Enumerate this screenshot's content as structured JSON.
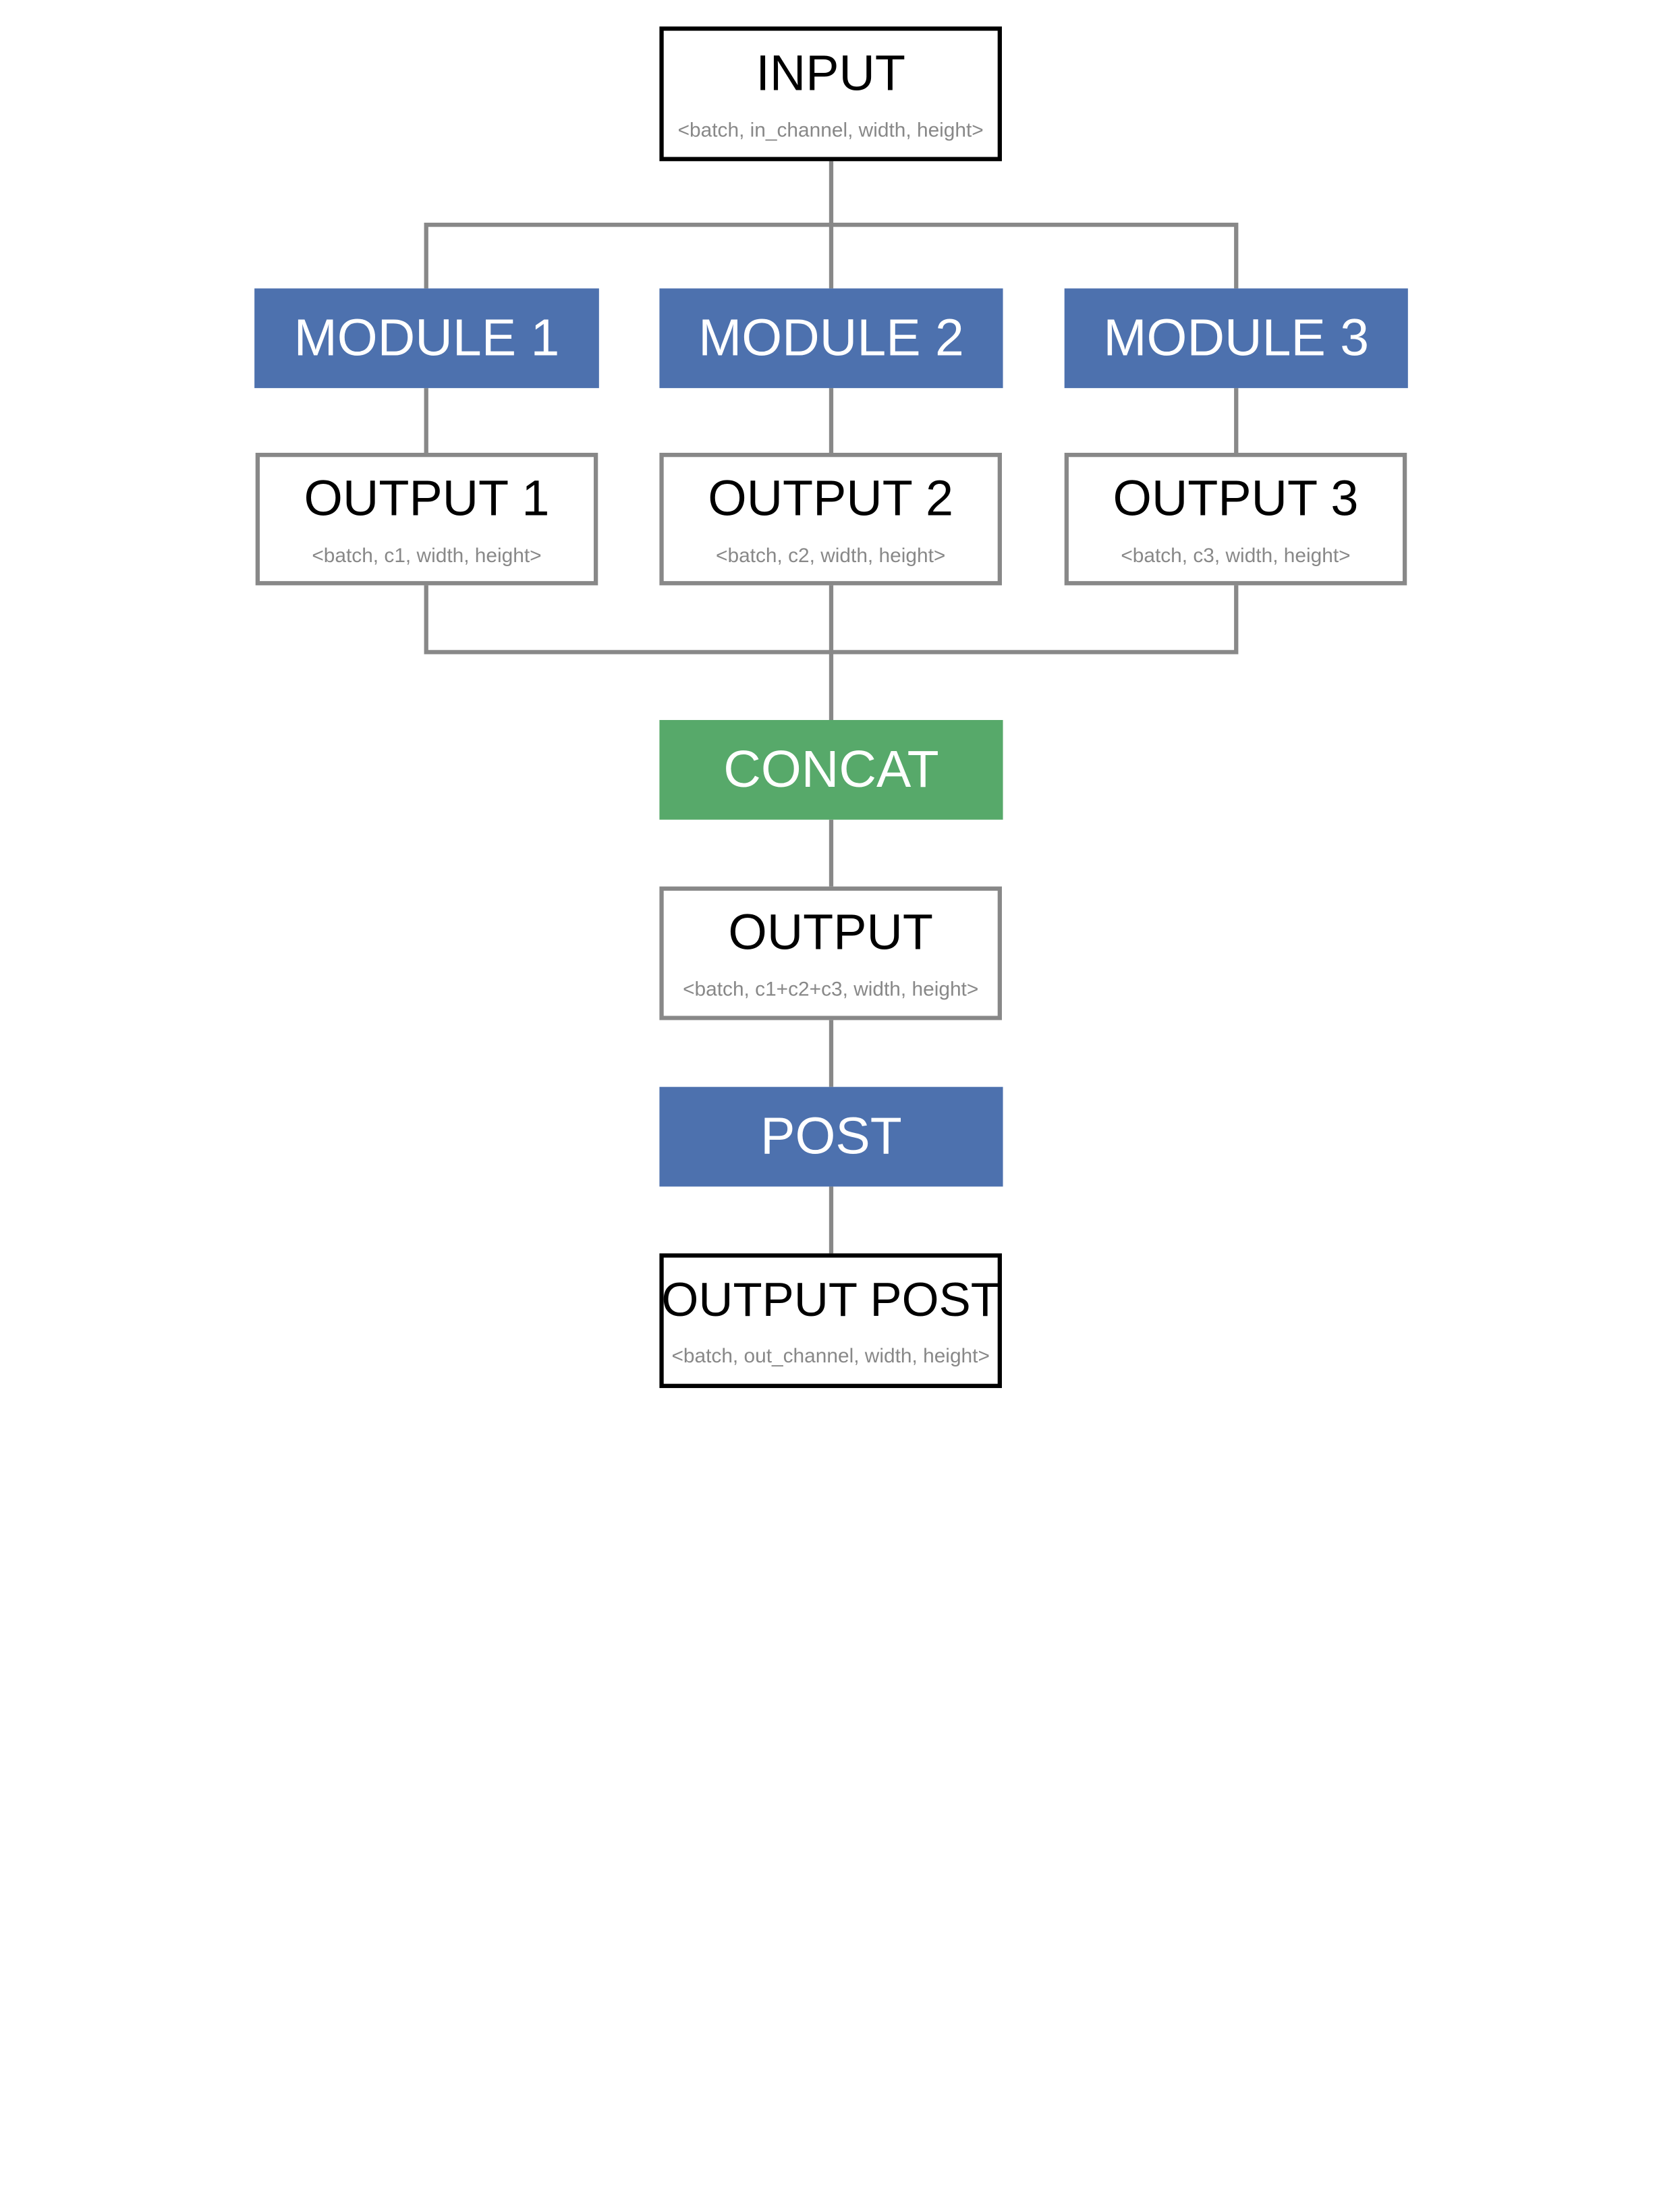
{
  "colors": {
    "module_blue": "#4d71ae",
    "concat_green": "#57a96a",
    "connector_gray": "#888888",
    "dark_border": "#000000",
    "shape_text_gray": "#888888"
  },
  "nodes": {
    "input": {
      "title": "INPUT",
      "shape": "<batch, in_channel, width, height>"
    },
    "module1": {
      "title": "MODULE 1"
    },
    "module2": {
      "title": "MODULE 2"
    },
    "module3": {
      "title": "MODULE 3"
    },
    "output1": {
      "title": "OUTPUT 1",
      "shape": "<batch, c1, width, height>"
    },
    "output2": {
      "title": "OUTPUT 2",
      "shape": "<batch, c2, width, height>"
    },
    "output3": {
      "title": "OUTPUT 3",
      "shape": "<batch, c3, width, height>"
    },
    "concat": {
      "title": "CONCAT"
    },
    "output": {
      "title": "OUTPUT",
      "shape": "<batch, c1+c2+c3, width, height>"
    },
    "post": {
      "title": "POST"
    },
    "output_post": {
      "title": "OUTPUT POST",
      "shape": "<batch, out_channel, width, height>"
    }
  }
}
